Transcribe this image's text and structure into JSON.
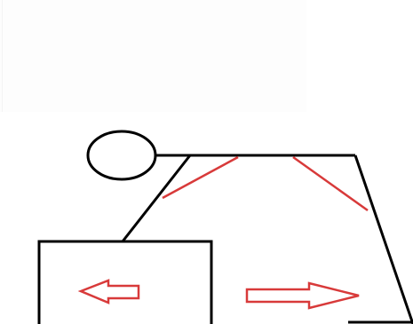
{
  "diagram": {
    "stroke_color": "#000000",
    "accent_color": "#d83a3a",
    "background_color": "#ffffff",
    "elements": [
      "head-circle",
      "body-line",
      "slanted-left-leg",
      "slanted-right-leg",
      "box-outline",
      "left-arrow",
      "right-arrow",
      "left-brace",
      "right-brace"
    ]
  }
}
